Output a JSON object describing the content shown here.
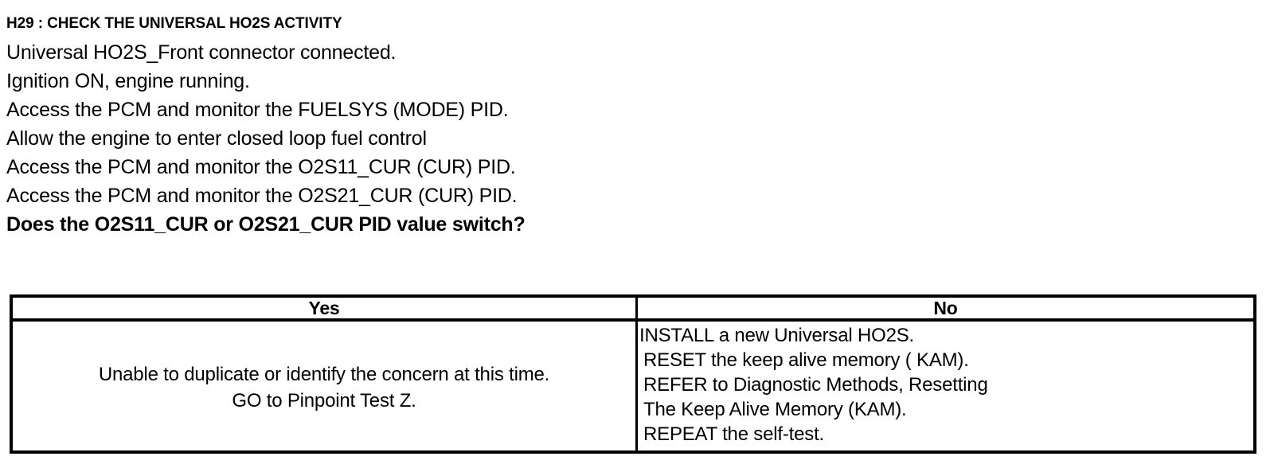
{
  "step": {
    "title": "H29 : CHECK THE UNIVERSAL HO2S ACTIVITY",
    "instructions": [
      {
        "text": "Universal HO2S_Front connector connected.",
        "bold": false
      },
      {
        "text": "Ignition ON, engine running.",
        "bold": false
      },
      {
        "text": "Access the PCM and monitor the  FUELSYS (MODE) PID.",
        "bold": false
      },
      {
        "text": "Allow the engine to enter closed loop fuel control",
        "bold": false
      },
      {
        "text": "Access the PCM and monitor the  O2S11_CUR (CUR) PID.",
        "bold": false
      },
      {
        "text": "Access the PCM and monitor the  O2S21_CUR (CUR) PID.",
        "bold": false
      },
      {
        "text": "Does the O2S11_CUR or O2S21_CUR  PID value switch?",
        "bold": true
      }
    ]
  },
  "result_table": {
    "headers": [
      "Yes",
      "No"
    ],
    "yes_cell": [
      "Unable to duplicate or identify the concern at this time.",
      "GO to Pinpoint Test Z."
    ],
    "no_cell": [
      "INSTALL a new Universal HO2S.",
      "RESET the keep alive memory ( KAM).",
      "REFER to  Diagnostic Methods, Resetting",
      "The Keep Alive Memory (KAM).",
      "REPEAT the self-test."
    ]
  },
  "colors": {
    "text": "#000000",
    "background": "#ffffff",
    "border": "#000000"
  }
}
